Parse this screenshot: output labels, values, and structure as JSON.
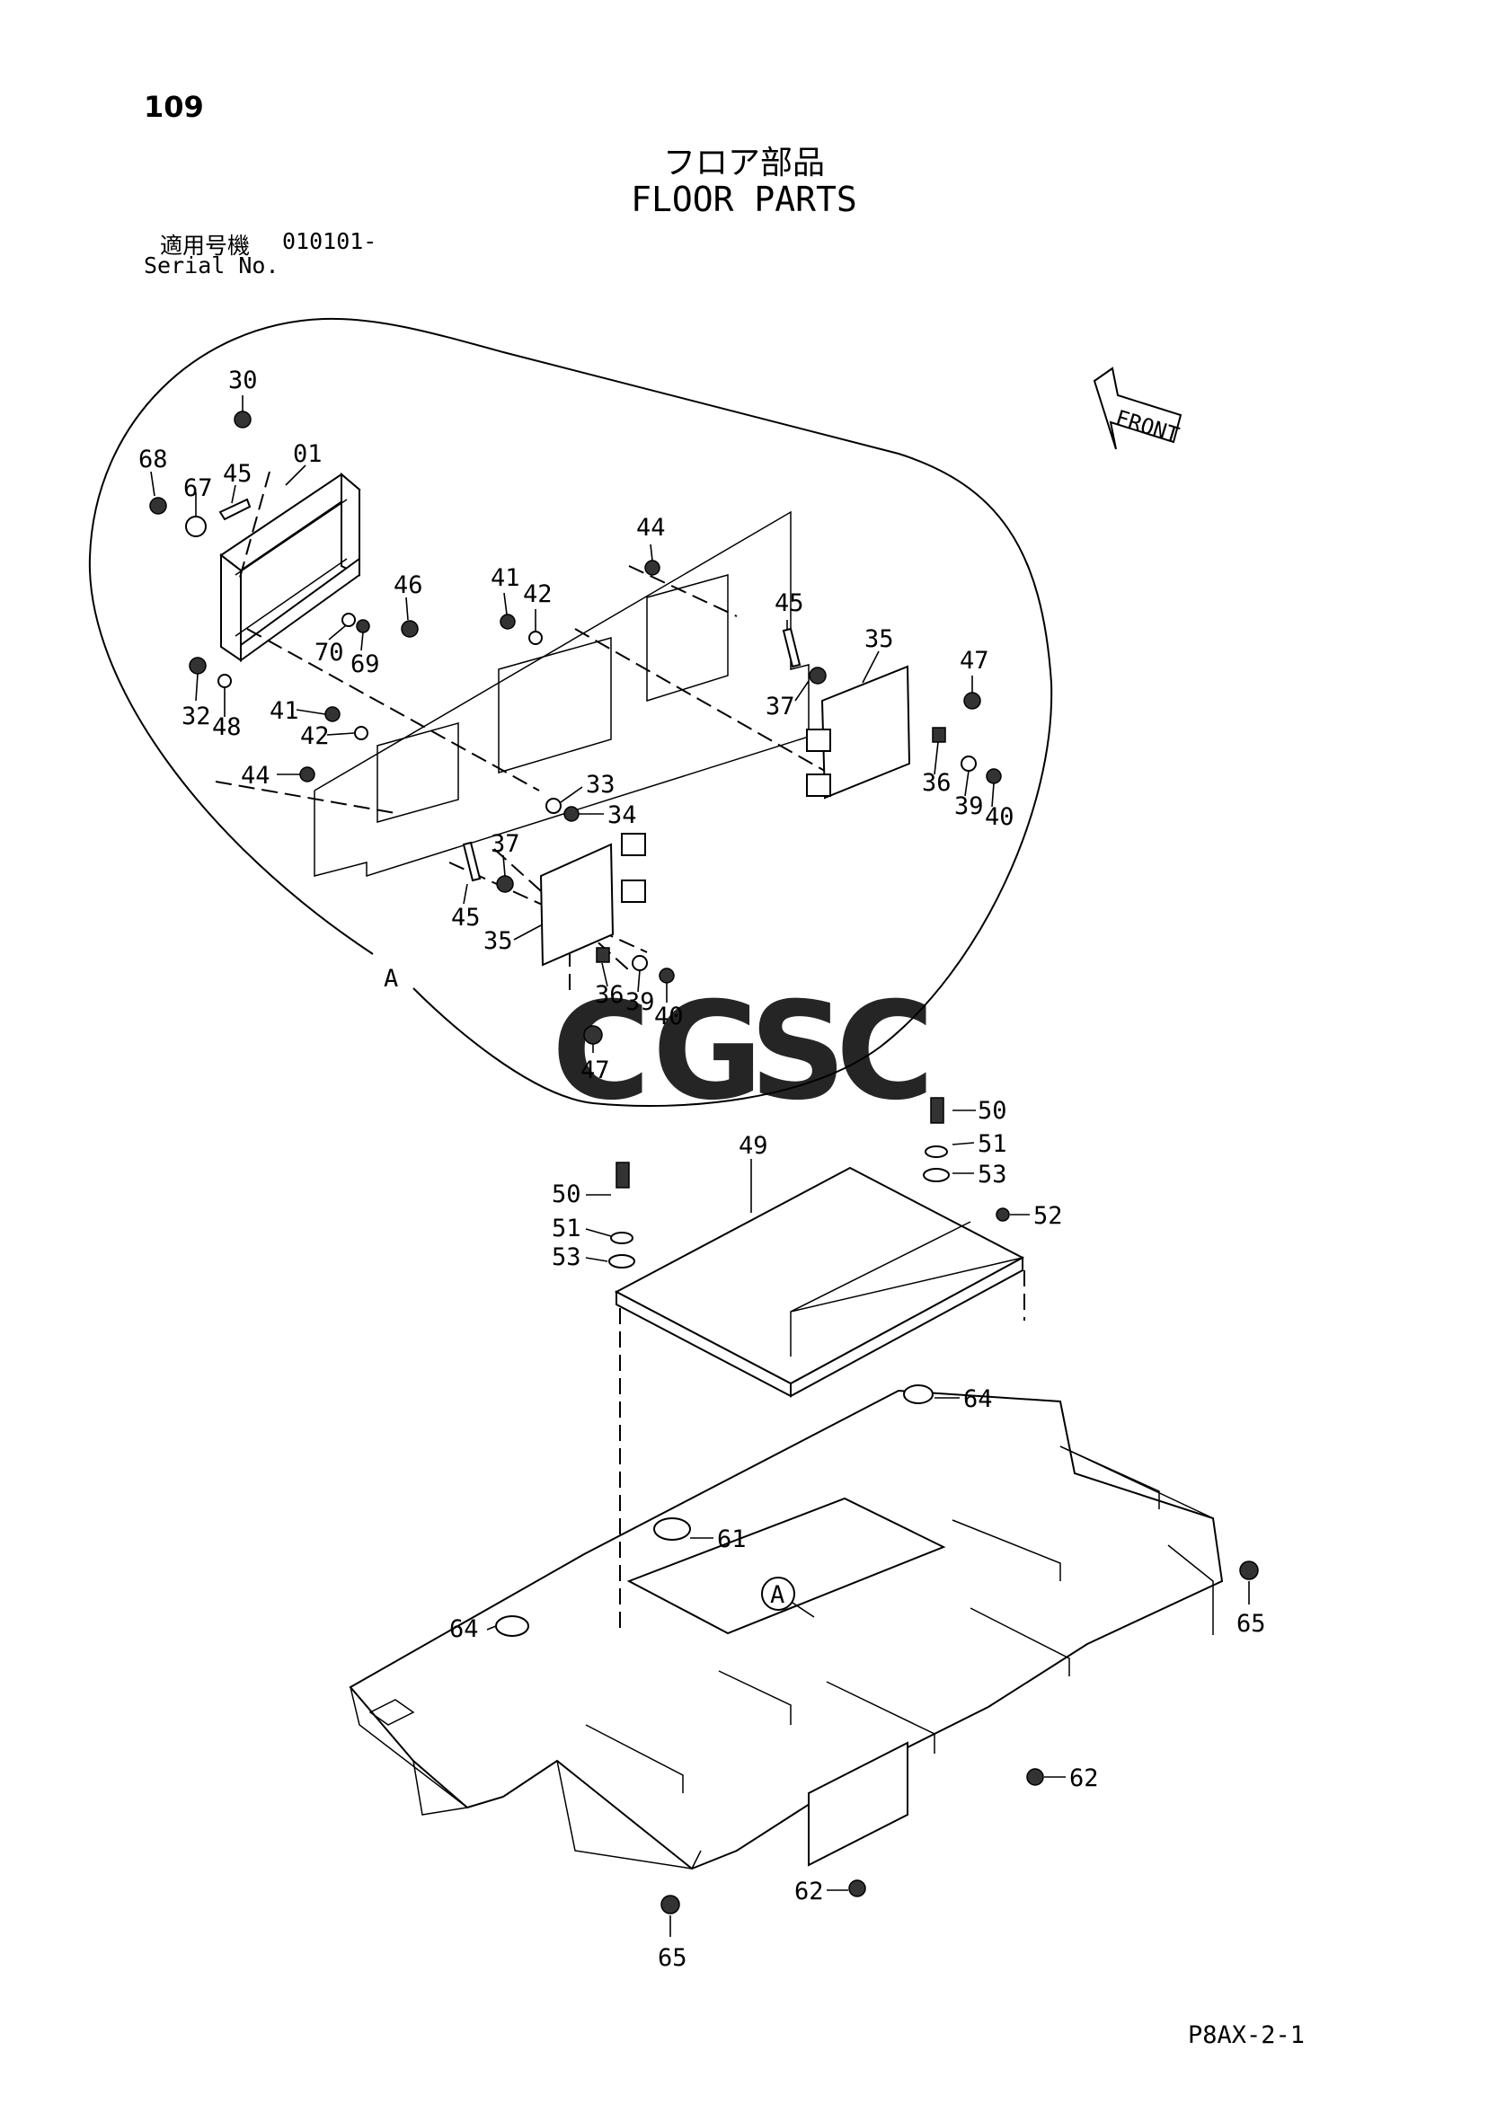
{
  "header": {
    "page_number": "109",
    "title_jp": "フロア部品",
    "title_en": "FLOOR PARTS",
    "serial_label_jp": "適用号機",
    "serial_value": "010101-",
    "serial_label_en": "Serial No."
  },
  "front_arrow_label": "FRONT",
  "detail_label": "A",
  "detail_marker": "A",
  "watermark": {
    "text": "CGSC",
    "colors": [
      "#4a90e2",
      "#e94b4b",
      "#f5c542",
      "#3cb371"
    ]
  },
  "callouts": {
    "c30": "30",
    "c01": "01",
    "c68": "68",
    "c67": "67",
    "c45a": "45",
    "c46": "46",
    "c70": "70",
    "c69": "69",
    "c32": "32",
    "c48": "48",
    "c41a": "41",
    "c42a": "42",
    "c44a": "44",
    "c44b": "44",
    "c41b": "41",
    "c42b": "42",
    "c45b": "45",
    "c35a": "35",
    "c37a": "37",
    "c47a": "47",
    "c36a": "36",
    "c39a": "39",
    "c40a": "40",
    "c33": "33",
    "c34": "34",
    "c37b": "37",
    "c45c": "45",
    "c35b": "35",
    "c36b": "36",
    "c39b": "39",
    "c40b": "40",
    "c47b": "47",
    "c50a": "50",
    "c51a": "51",
    "c53a": "53",
    "c49": "49",
    "c52": "52",
    "c50b": "50",
    "c51b": "51",
    "c53b": "53",
    "c64a": "64",
    "c61": "61",
    "c64b": "64",
    "c65a": "65",
    "c62a": "62",
    "c62b": "62",
    "c65b": "65"
  },
  "footer": {
    "drawing_code": "P8AX-2-1"
  }
}
